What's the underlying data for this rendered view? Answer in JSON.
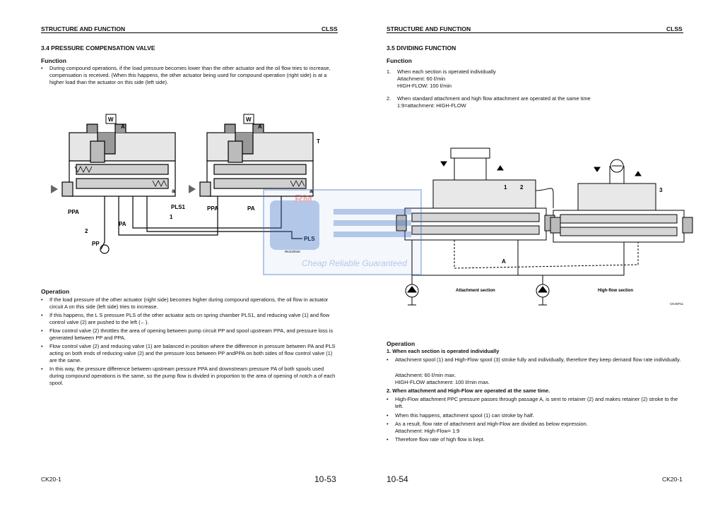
{
  "left": {
    "header_title": "STRUCTURE AND FUNCTION",
    "header_code": "CLSS",
    "section_title": "3.4 PRESSURE COMPENSATION VALVE",
    "function_heading": "Function",
    "function_bullet": "During compound operations, if the load pressure becomes lower than the other actuator and the oil flow tries to increase, compensation is received. (When this happens, the other actuator being used for compound operation (right side) is at a higher load than the actuator on this side (left side).",
    "diagram": {
      "labels": [
        "W",
        "A",
        "W",
        "A",
        "T",
        "a",
        "a",
        "PPA",
        "PA",
        "PLS1",
        "1",
        "2",
        "PP",
        "PPA",
        "PA",
        "PLS"
      ],
      "ref": "RKS20040"
    },
    "operation_heading": "Operation",
    "operation_bullets": [
      "If the load pressure of the other actuator (right side) becomes higher during compound operations, the oil flow in actuator circuit A on this side (left side) tries to increase.",
      "If this happens, the L S pressure PLS of the other actuator acts on spring chamber PLS1, and reducing valve (1) and flow control valve (2) are pushed to the left (←).",
      "Flow control valve (2) throttles the area of opening between pump circuit PP and spool upstream PPA, and pressure loss is generated between PP and PPA.",
      "Flow control valve (2) and reducing valve (1) are balanced in position where the difference in pressure between PA and PLS acting on both ends of reducing valve (2) and the pressure loss between PP andPPA on both sides of flow control valve (1) are the same.",
      "In this way, the pressure difference between upstream pressure PPA and downstream pressure PA of both spools used during compound operations is the same, so the pump flow is divided in proportion to the area of opening of notch a of each spool."
    ],
    "footer_model": "CK20-1",
    "page_number": "10-53"
  },
  "right": {
    "header_title": "STRUCTURE AND FUNCTION",
    "header_code": "CLSS",
    "section_title": "3.5 DIVIDING FUNCTION",
    "function_heading": "Function",
    "function_items": [
      {
        "num": "1.",
        "lines": [
          "When each section is operated individually",
          "Attachment: 60 ℓ/min",
          "HIGH-FLOW: 100 ℓ/min"
        ]
      },
      {
        "num": "2.",
        "lines": [
          "When standard attachment and high flow attachment are operated at the same time",
          "1:9=attachment: HIGH-FLOW"
        ]
      }
    ],
    "diagram": {
      "labels": [
        "1",
        "2",
        "3",
        "A"
      ],
      "caption_left": "Attachment section",
      "caption_right": "High-flow section",
      "ref": "CK3SF11"
    },
    "operation_heading": "Operation",
    "op1_heading": "1.   When each section is operated individually",
    "op1_bullets": [
      "Attachment spool (1) and High-Flow spool (3) stroke fully and individually, therefore they keep demand flow rate individually."
    ],
    "op1_values": [
      "Attachment: 60 ℓ/min max.",
      "HIGH-FLOW attachment: 100 ℓ/min max."
    ],
    "op2_heading": "2.   When attachment and High-Flow are operated at the same time.",
    "op2_bullets": [
      "High-Flow attachment PPC pressure passes through passage A, is sent to retainer (2) and makes retainer (2) stroke to the left.",
      "When this happens, attachment spool (1) can stroke by half.",
      "As a result, flow rate of attachment and High-Flow are divided as below expression."
    ],
    "op2_expression": "Attachment: High-Flow= 1:9",
    "op2_last_bullet": "Therefore flow rate of high flow is kept.",
    "footer_model": "CK20-1",
    "page_number": "10-54"
  },
  "watermark": {
    "brand": "RM",
    "tagline": "Cheap Reliable Guaranteed",
    "color": "#3a6fc4"
  }
}
